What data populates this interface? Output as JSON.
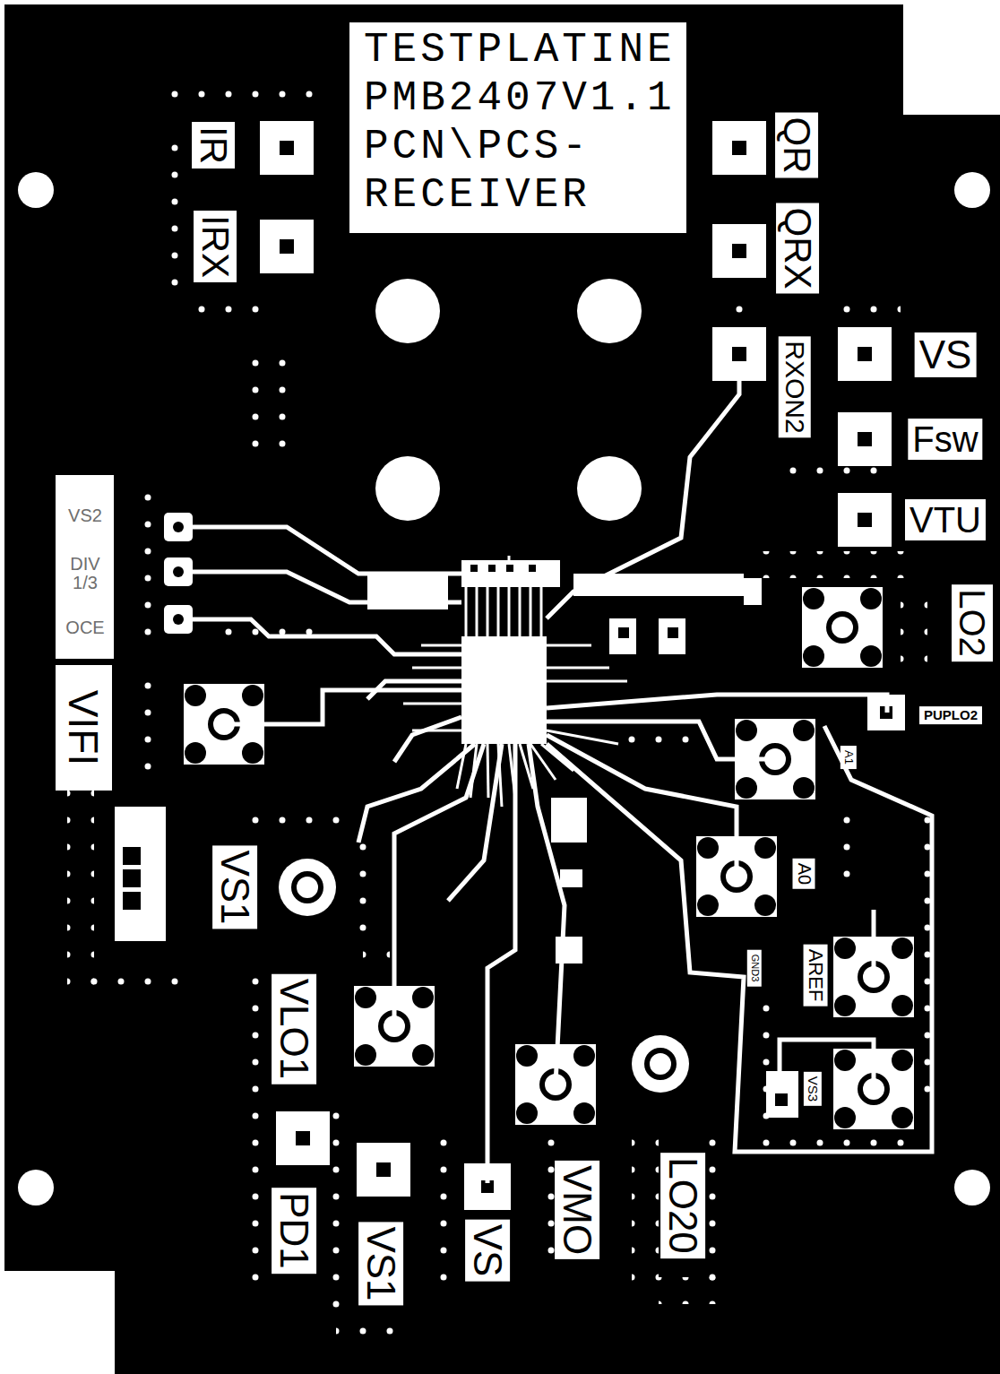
{
  "diagram": {
    "nodes": [
      {
        "text": [
          "TESTPLATINE PMB2407V1.1 PCN\\PCS- RECEIVER"
        ]
      }
    ],
    "labels": [
      "IR",
      "IRX",
      "QR",
      "QRX",
      "RXON2",
      "VS",
      "Fsw",
      "VTU",
      "VS2",
      "DIV 1/3",
      "OCE",
      "VIFI",
      "LO2",
      "PUPLO2",
      "A1",
      "A0",
      "GND3",
      "AREF",
      "VS3",
      "VS1",
      "VLO1",
      "PD1",
      "VS1",
      "VS",
      "VMO",
      "LO20"
    ]
  }
}
